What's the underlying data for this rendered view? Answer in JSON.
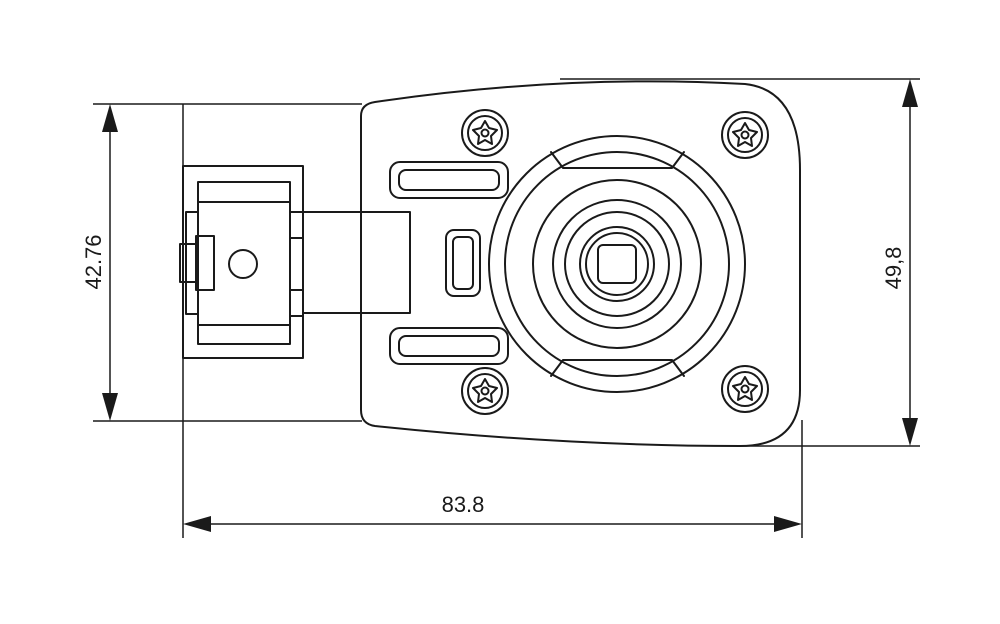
{
  "dimensions": {
    "width": "83.8",
    "left_height": "42.76",
    "right_height": "49,8"
  },
  "colors": {
    "line": "#1a1a1a",
    "background": "#ffffff"
  }
}
